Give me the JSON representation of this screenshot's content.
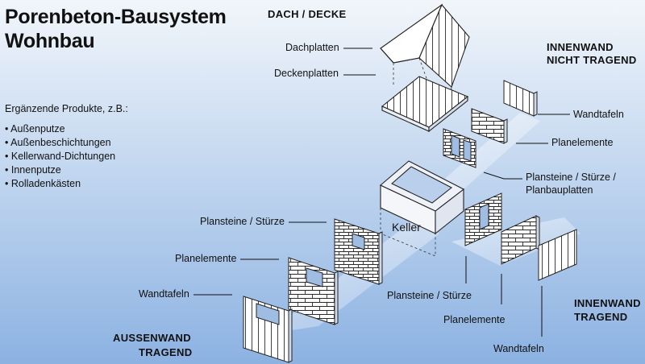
{
  "title": {
    "line1": "Porenbeton-Bausystem",
    "line2": "Wohnbau"
  },
  "products": {
    "intro": "Ergänzende Produkte, z.B.:",
    "items": [
      "Außenputze",
      "Außenbeschichtungen",
      "Kellerwand-Dichtungen",
      "Innenputze",
      "Rolladenkästen"
    ]
  },
  "roof": {
    "heading": "DACH / DECKE",
    "dachplatten": "Dachplatten",
    "deckenplatten": "Deckenplatten"
  },
  "nontrag": {
    "heading_l1": "INNENWAND",
    "heading_l2": "NICHT TRAGEND",
    "wandtafeln": "Wandtafeln",
    "planelemente": "Planelemente",
    "plansteine_l1": "Plansteine / Stürze /",
    "plansteine_l2": "Planbauplatten"
  },
  "keller": "Keller",
  "exterior": {
    "heading_l1": "AUSSENWAND",
    "heading_l2": "TRAGEND",
    "plansteine": "Plansteine / Stürze",
    "planelemente": "Planelemente",
    "wandtafeln": "Wandtafeln"
  },
  "intrag": {
    "heading_l1": "INNENWAND",
    "heading_l2": "TRAGEND",
    "plansteine": "Plansteine / Stürze",
    "planelemente": "Planelemente",
    "wandtafeln": "Wandtafeln"
  }
}
